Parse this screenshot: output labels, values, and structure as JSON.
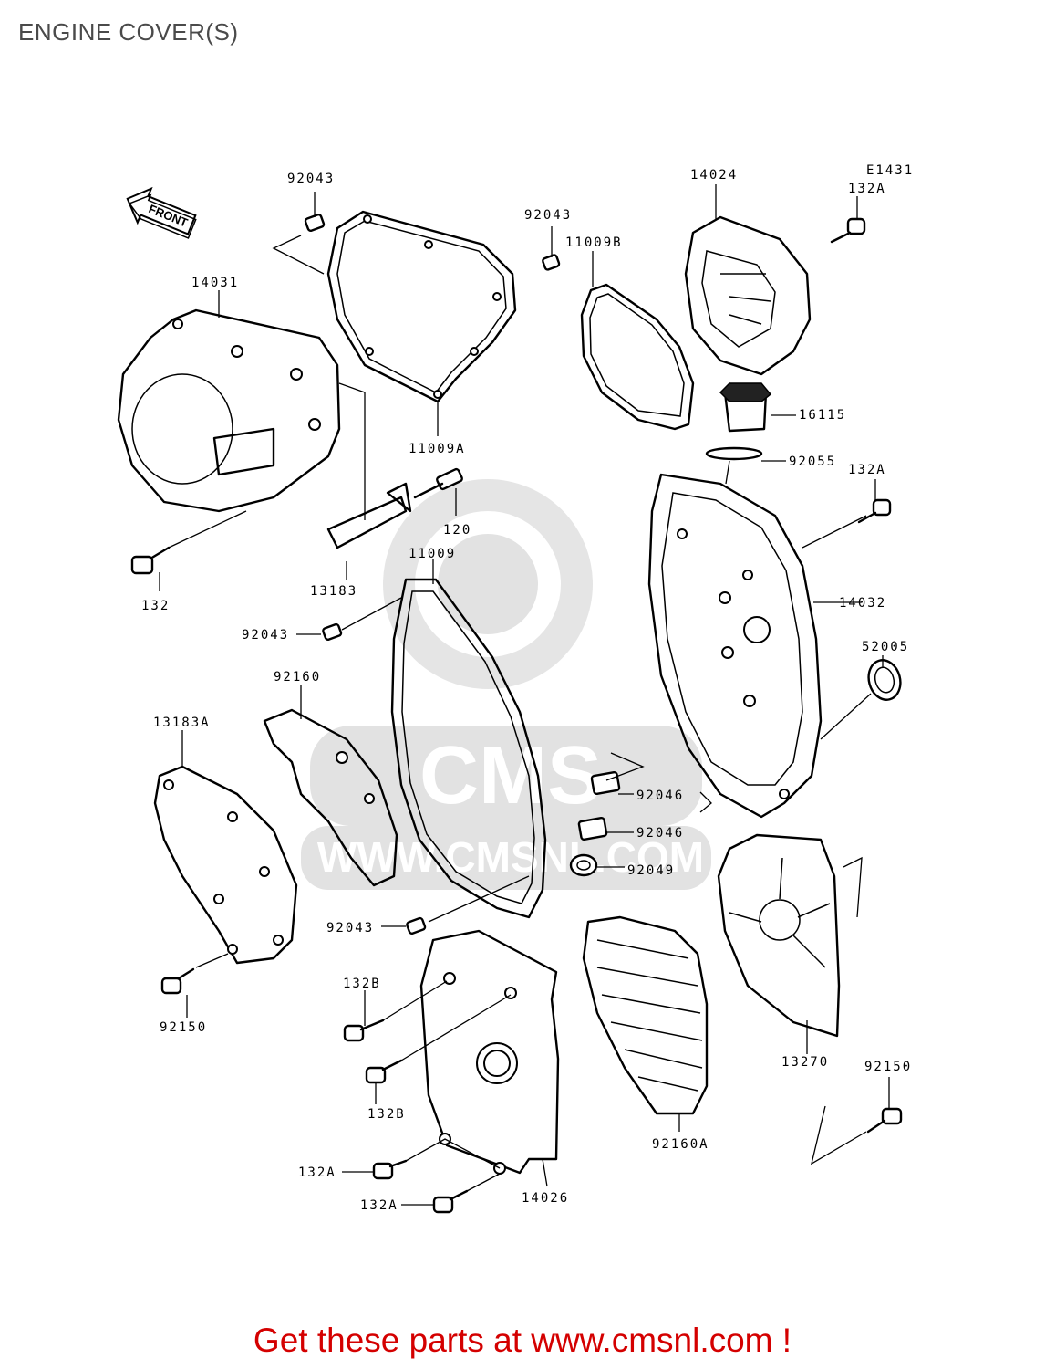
{
  "title": "ENGINE COVER(S)",
  "diagram_code": "E1431",
  "front_marker": "FRONT",
  "watermark": {
    "brand": "CMS",
    "url": "WWW.CMSNL.COM"
  },
  "parts": {
    "p92043_top": "92043",
    "p92043_mid": "92043",
    "p11009B": "11009B",
    "p14024": "14024",
    "p132A_top": "132A",
    "p14031": "14031",
    "p11009A": "11009A",
    "p16115": "16115",
    "p92055": "92055",
    "p132A_right": "132A",
    "p120": "120",
    "p11009": "11009",
    "p14032": "14032",
    "p132": "132",
    "p13183": "13183",
    "p92043_left": "92043",
    "p52005": "52005",
    "p92160": "92160",
    "p13183A": "13183A",
    "p92046_a": "92046",
    "p92046_b": "92046",
    "p92049": "92049",
    "p92043_bottom": "92043",
    "p132B_a": "132B",
    "p132B_b": "132B",
    "p92150_left": "92150",
    "p13270": "13270",
    "p92150_right": "92150",
    "p92160A": "92160A",
    "p132A_a": "132A",
    "p132A_b": "132A",
    "p14026": "14026"
  },
  "footer": "Get these parts at www.cmsnl.com !"
}
